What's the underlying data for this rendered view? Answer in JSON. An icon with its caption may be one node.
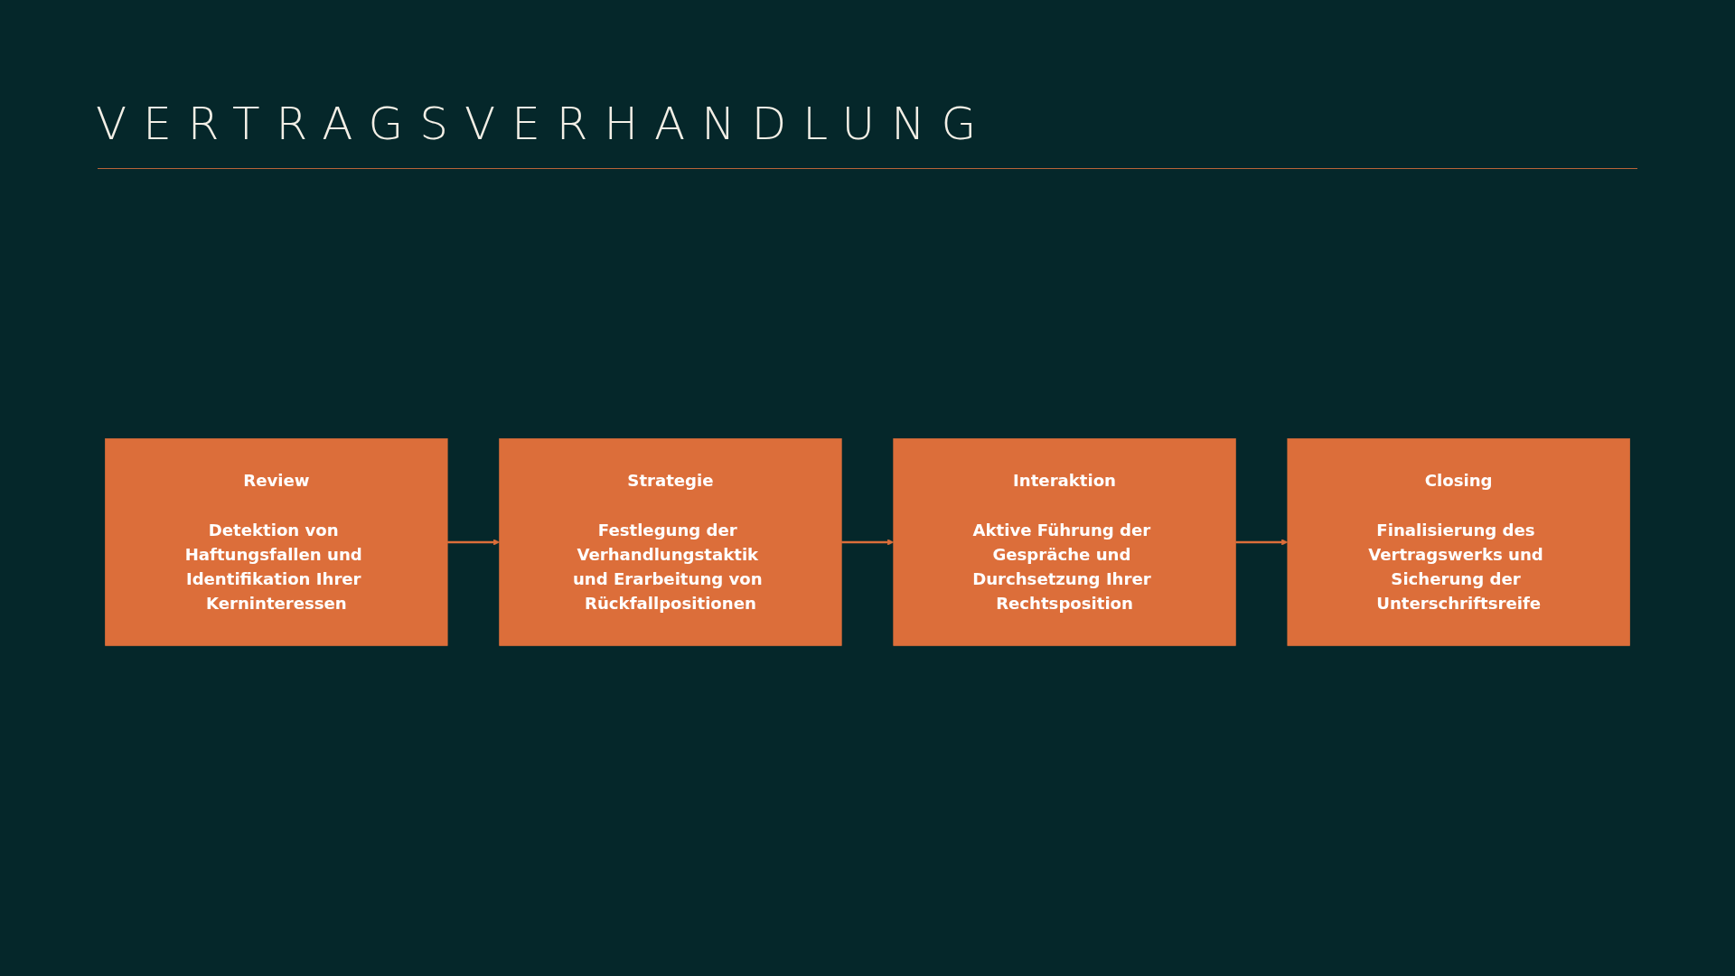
{
  "diagram": {
    "title": "VERTRAGSVERHANDLUNG",
    "nodes": [
      {
        "text": [
          "Review",
          "Detektion von Haftungsfallen und Identifikation Ihrer Kerninteressen"
        ]
      },
      {
        "text": [
          "Strategie",
          "Festlegung der Verhandlungstaktik und Erarbeitung von Rückfallpositionen"
        ]
      },
      {
        "text": [
          "Interaktion",
          "Aktive Führung der Gespräche und Durchsetzung Ihrer Rechtsposition"
        ]
      },
      {
        "text": [
          "Closing",
          "Finalisierung des Vertragswerks und Sicherung der Unterschriftsreife"
        ]
      }
    ],
    "edges": [
      {
        "from": 0,
        "to": 1,
        "arrow": "to"
      },
      {
        "from": 1,
        "to": 2,
        "arrow": "to"
      },
      {
        "from": 2,
        "to": 3,
        "arrow": "to"
      }
    ]
  }
}
